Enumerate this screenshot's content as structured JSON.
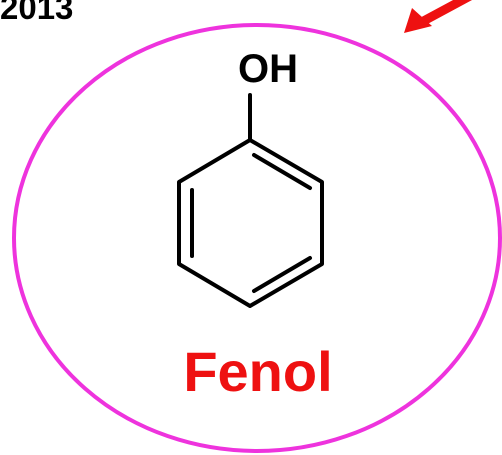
{
  "year_label": "2013",
  "molecule": {
    "substituent_label": "OH",
    "name_label": "Fenol"
  },
  "colors": {
    "circle_outline": "#ee33dd",
    "arrow": "#ee1111",
    "name_text": "#ee1111",
    "bond_stroke": "#000000",
    "text_dark": "#000000"
  },
  "icons": {
    "arrow": "red-pointer-arrow-icon"
  }
}
